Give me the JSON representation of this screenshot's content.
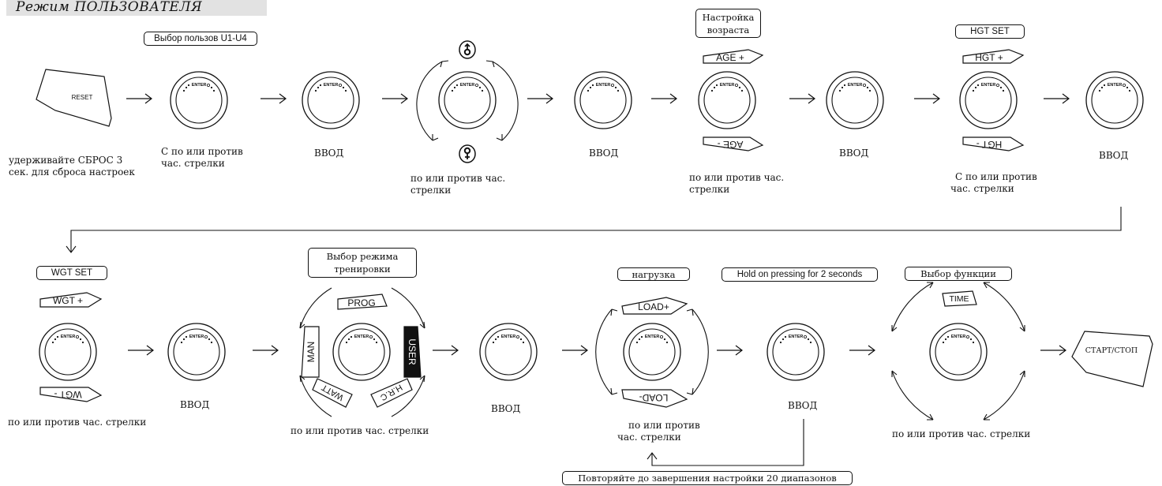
{
  "title": "Режим ПОЛЬЗОВАТЕЛЯ",
  "row1": {
    "reset_key": "RESET",
    "reset_caption": [
      "удерживайте СБРОС 3",
      "сек. для сброса настроек"
    ],
    "user_select_label": "Выбор пользов U1-U4",
    "user_select_caption": [
      "С по или против",
      "час. стрелки"
    ],
    "enter_caption_1": "ВВОД",
    "gender_caption": [
      "по или против час.",
      "стрелки"
    ],
    "enter_caption_2": "ВВОД",
    "age_box": [
      "Настройка",
      "возраста"
    ],
    "age_plus": "AGE  +",
    "age_minus": "AGE  -",
    "age_caption": [
      "по или против час.",
      "стрелки"
    ],
    "enter_caption_3": "ВВОД",
    "hgt_box": "HGT SET",
    "hgt_plus": "HGT  +",
    "hgt_minus": "HGT  -",
    "hgt_caption": [
      "С по или против",
      "час. стрелки"
    ],
    "enter_caption_4": "ВВОД"
  },
  "row2": {
    "wgt_box": "WGT SET",
    "wgt_plus": "WGT  +",
    "wgt_minus": "WGT  -",
    "wgt_caption": "по или против час. стрелки",
    "enter_caption_5": "ВВОД",
    "mode_box": [
      "Выбор режима",
      "тренировки"
    ],
    "mode_prog": "PROG",
    "mode_user": "USER",
    "mode_hrc": "H.R.C",
    "mode_watt": "WATT",
    "mode_man": "MAN",
    "mode_caption": "по или против час. стрелки",
    "enter_caption_6": "ВВОД",
    "load_box": "нагрузка",
    "load_plus": "LOAD+",
    "load_minus": "LOAD-",
    "load_caption": [
      "по или против",
      "час. стрелки"
    ],
    "hold_box": "Hold on pressing for 2 seconds",
    "enter_caption_7": "ВВОД",
    "repeat_box": "Повторяйте до завершения настройки 20 диапазонов",
    "func_box": "Выбор функции",
    "func_time": "TIME",
    "func_caption": "по или против час. стрелки",
    "start_key": "СТАРТ/СТОП"
  },
  "knob_text": "ENTER"
}
